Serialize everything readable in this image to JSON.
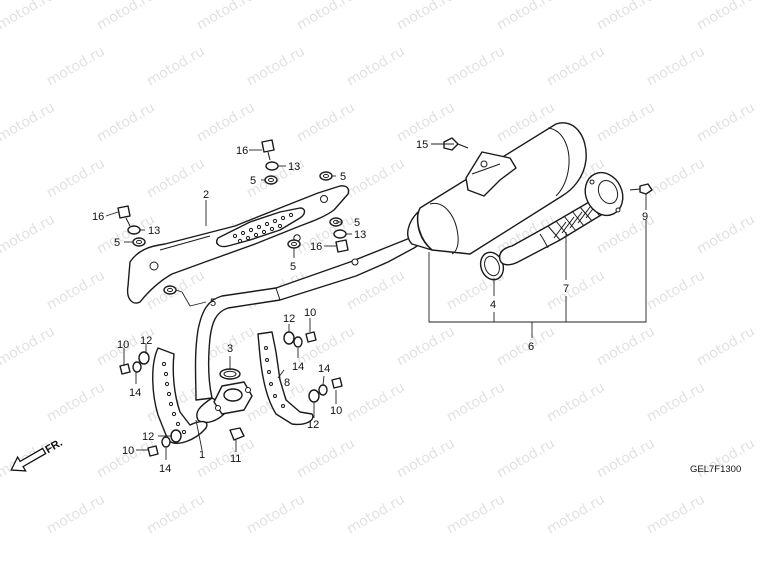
{
  "watermark": "motod.ru",
  "diagram_code": "GEL7F1300",
  "direction_label": "FR.",
  "callouts": [
    {
      "id": "c1",
      "label": "1"
    },
    {
      "id": "c2",
      "label": "2"
    },
    {
      "id": "c3",
      "label": "3"
    },
    {
      "id": "c4",
      "label": "4"
    },
    {
      "id": "c5a",
      "label": "5"
    },
    {
      "id": "c5b",
      "label": "5"
    },
    {
      "id": "c5c",
      "label": "5"
    },
    {
      "id": "c5d",
      "label": "5"
    },
    {
      "id": "c5e",
      "label": "5"
    },
    {
      "id": "c5f",
      "label": "5"
    },
    {
      "id": "c6",
      "label": "6"
    },
    {
      "id": "c7",
      "label": "7"
    },
    {
      "id": "c8",
      "label": "8"
    },
    {
      "id": "c9",
      "label": "9"
    },
    {
      "id": "c10a",
      "label": "10"
    },
    {
      "id": "c10b",
      "label": "10"
    },
    {
      "id": "c10c",
      "label": "10"
    },
    {
      "id": "c10d",
      "label": "10"
    },
    {
      "id": "c11",
      "label": "11"
    },
    {
      "id": "c12a",
      "label": "12"
    },
    {
      "id": "c12b",
      "label": "12"
    },
    {
      "id": "c12c",
      "label": "12"
    },
    {
      "id": "c12d",
      "label": "12"
    },
    {
      "id": "c13a",
      "label": "13"
    },
    {
      "id": "c13b",
      "label": "13"
    },
    {
      "id": "c13c",
      "label": "13"
    },
    {
      "id": "c14a",
      "label": "14"
    },
    {
      "id": "c14b",
      "label": "14"
    },
    {
      "id": "c14c",
      "label": "14"
    },
    {
      "id": "c14d",
      "label": "14"
    },
    {
      "id": "c15",
      "label": "15"
    },
    {
      "id": "c16a",
      "label": "16"
    },
    {
      "id": "c16b",
      "label": "16"
    },
    {
      "id": "c16c",
      "label": "16"
    }
  ]
}
